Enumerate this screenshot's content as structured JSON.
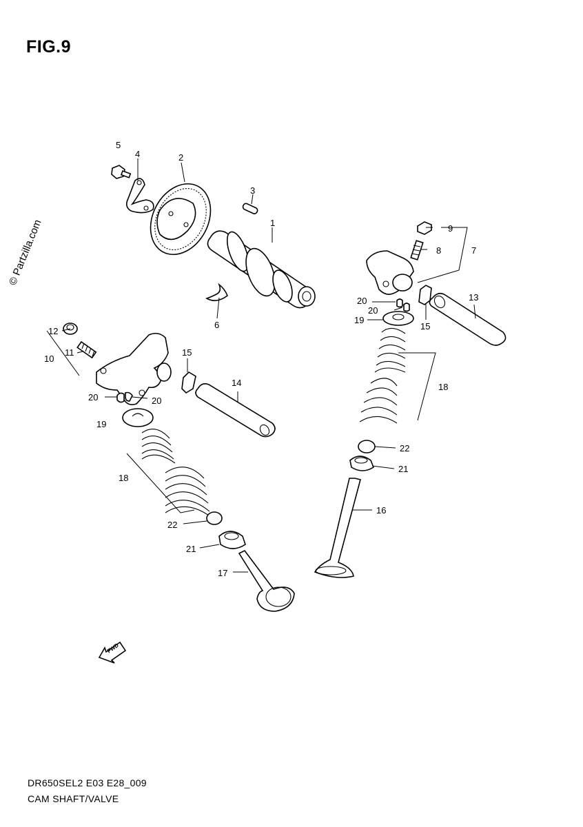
{
  "figure": {
    "title": "FIG.9",
    "watermark": "© Partzilla.com",
    "model_code": "DR650SEL2 E03 E28_009",
    "section_name": "CAM SHAFT/VALVE",
    "direction_label": "FWD"
  },
  "callouts": [
    {
      "id": "c1",
      "label": "1"
    },
    {
      "id": "c2",
      "label": "2"
    },
    {
      "id": "c3",
      "label": "3"
    },
    {
      "id": "c4",
      "label": "4"
    },
    {
      "id": "c5",
      "label": "5"
    },
    {
      "id": "c6",
      "label": "6"
    },
    {
      "id": "c7",
      "label": "7"
    },
    {
      "id": "c8",
      "label": "8"
    },
    {
      "id": "c9",
      "label": "9"
    },
    {
      "id": "c10",
      "label": "10"
    },
    {
      "id": "c11",
      "label": "11"
    },
    {
      "id": "c12",
      "label": "12"
    },
    {
      "id": "c13",
      "label": "13"
    },
    {
      "id": "c14",
      "label": "14"
    },
    {
      "id": "c15a",
      "label": "15"
    },
    {
      "id": "c15b",
      "label": "15"
    },
    {
      "id": "c16",
      "label": "16"
    },
    {
      "id": "c17",
      "label": "17"
    },
    {
      "id": "c18a",
      "label": "18"
    },
    {
      "id": "c18b",
      "label": "18"
    },
    {
      "id": "c19a",
      "label": "19"
    },
    {
      "id": "c19b",
      "label": "19"
    },
    {
      "id": "c20a",
      "label": "20"
    },
    {
      "id": "c20b",
      "label": "20"
    },
    {
      "id": "c20c",
      "label": "20"
    },
    {
      "id": "c20d",
      "label": "20"
    },
    {
      "id": "c21a",
      "label": "21"
    },
    {
      "id": "c21b",
      "label": "21"
    },
    {
      "id": "c22a",
      "label": "22"
    },
    {
      "id": "c22b",
      "label": "22"
    }
  ]
}
